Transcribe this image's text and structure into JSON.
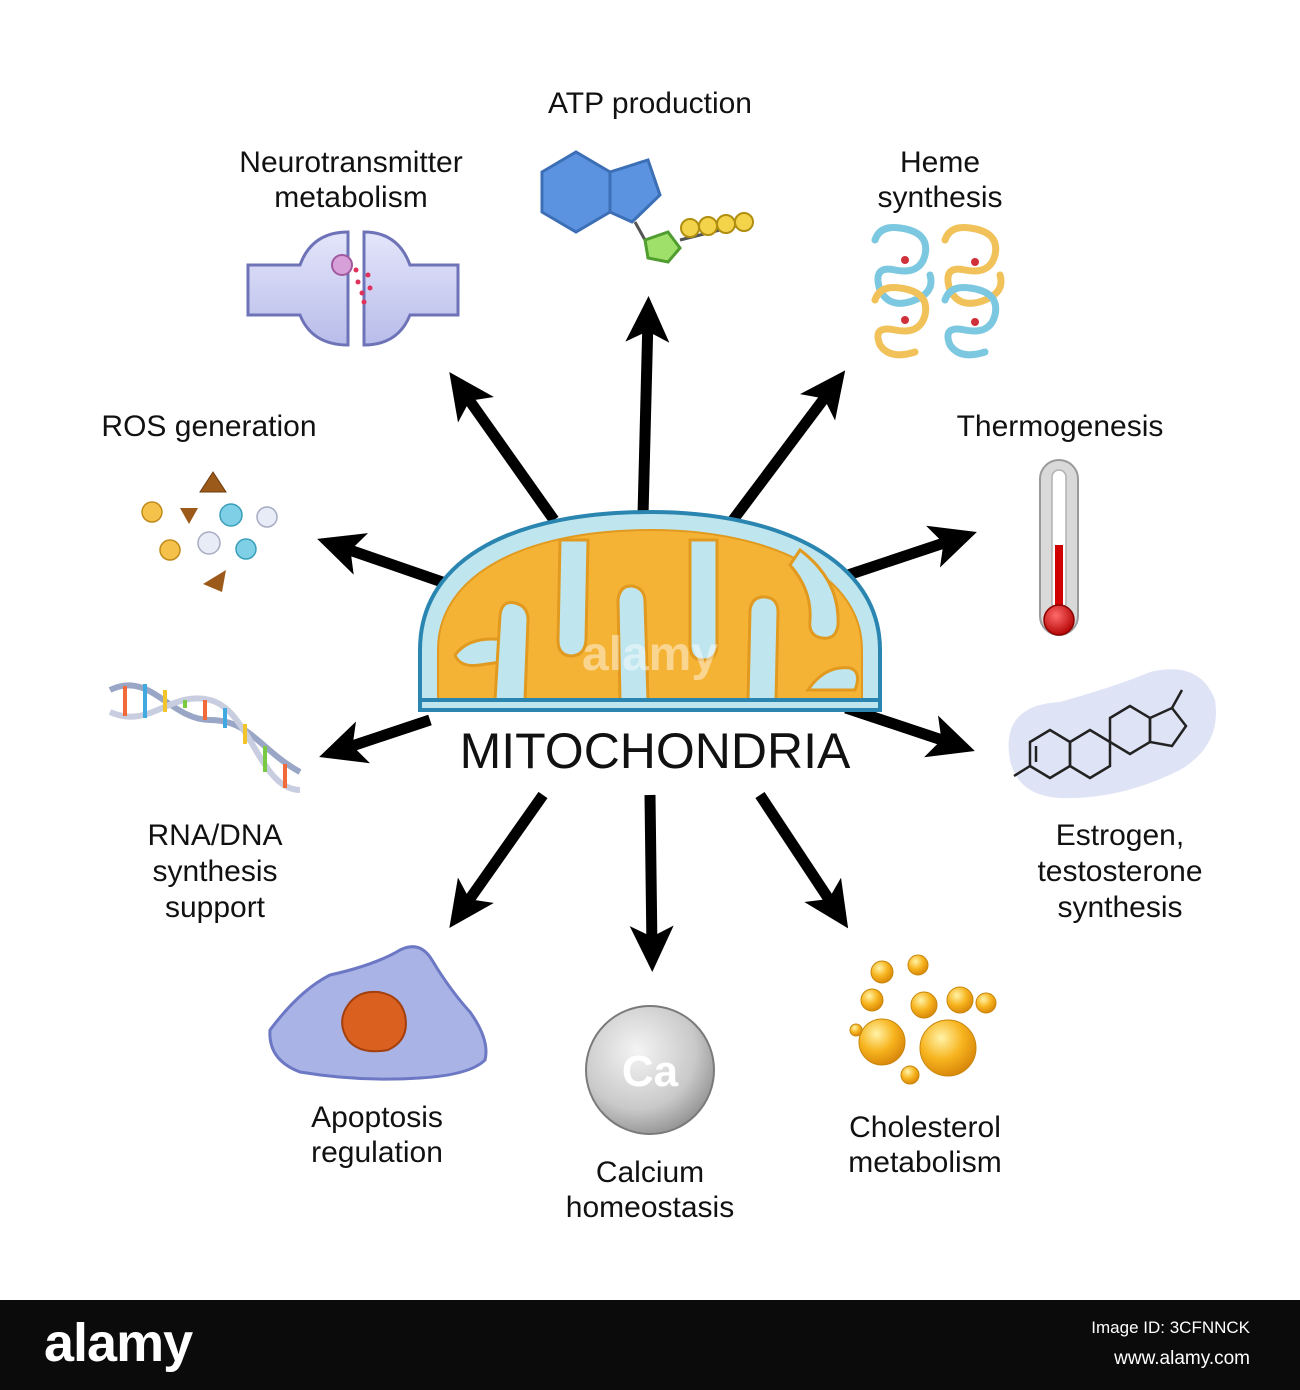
{
  "center_title": "MITOCHONDRIA",
  "functions": {
    "atp": {
      "line1": "ATP production",
      "icon": "atp-molecule-icon"
    },
    "neuro": {
      "line1": "Neurotransmitter",
      "line2": "metabolism",
      "icon": "synapse-icon"
    },
    "heme": {
      "line1": "Heme",
      "line2": "synthesis",
      "icon": "hemoglobin-icon"
    },
    "ros": {
      "line1": "ROS generation",
      "icon": "ros-particles-icon"
    },
    "thermo": {
      "line1": "Thermogenesis",
      "icon": "thermometer-icon"
    },
    "dna": {
      "line1": "RNA/DNA",
      "line2": "synthesis",
      "line3": "support",
      "icon": "dna-helix-icon"
    },
    "estrogen": {
      "line1": "Estrogen,",
      "line2": "testosterone",
      "line3": "synthesis",
      "icon": "steroid-molecule-icon"
    },
    "apoptosis": {
      "line1": "Apoptosis",
      "line2": "regulation",
      "icon": "cell-icon"
    },
    "calcium": {
      "line1": "Calcium",
      "line2": "homeostasis",
      "icon": "calcium-sphere-icon",
      "symbol": "Ca"
    },
    "cholesterol": {
      "line1": "Cholesterol",
      "line2": "metabolism",
      "icon": "lipid-droplets-icon"
    }
  },
  "watermark": "alamy",
  "footer": {
    "brand": "alamy",
    "image_id": "Image ID: 3CFNNCK",
    "site": "www.alamy.com"
  },
  "colors": {
    "mito_outer": "#bfe6ee",
    "mito_border": "#2a86b0",
    "mito_matrix": "#f5b335",
    "arrow": "#000000",
    "footer_bg": "#0b0b0b"
  }
}
